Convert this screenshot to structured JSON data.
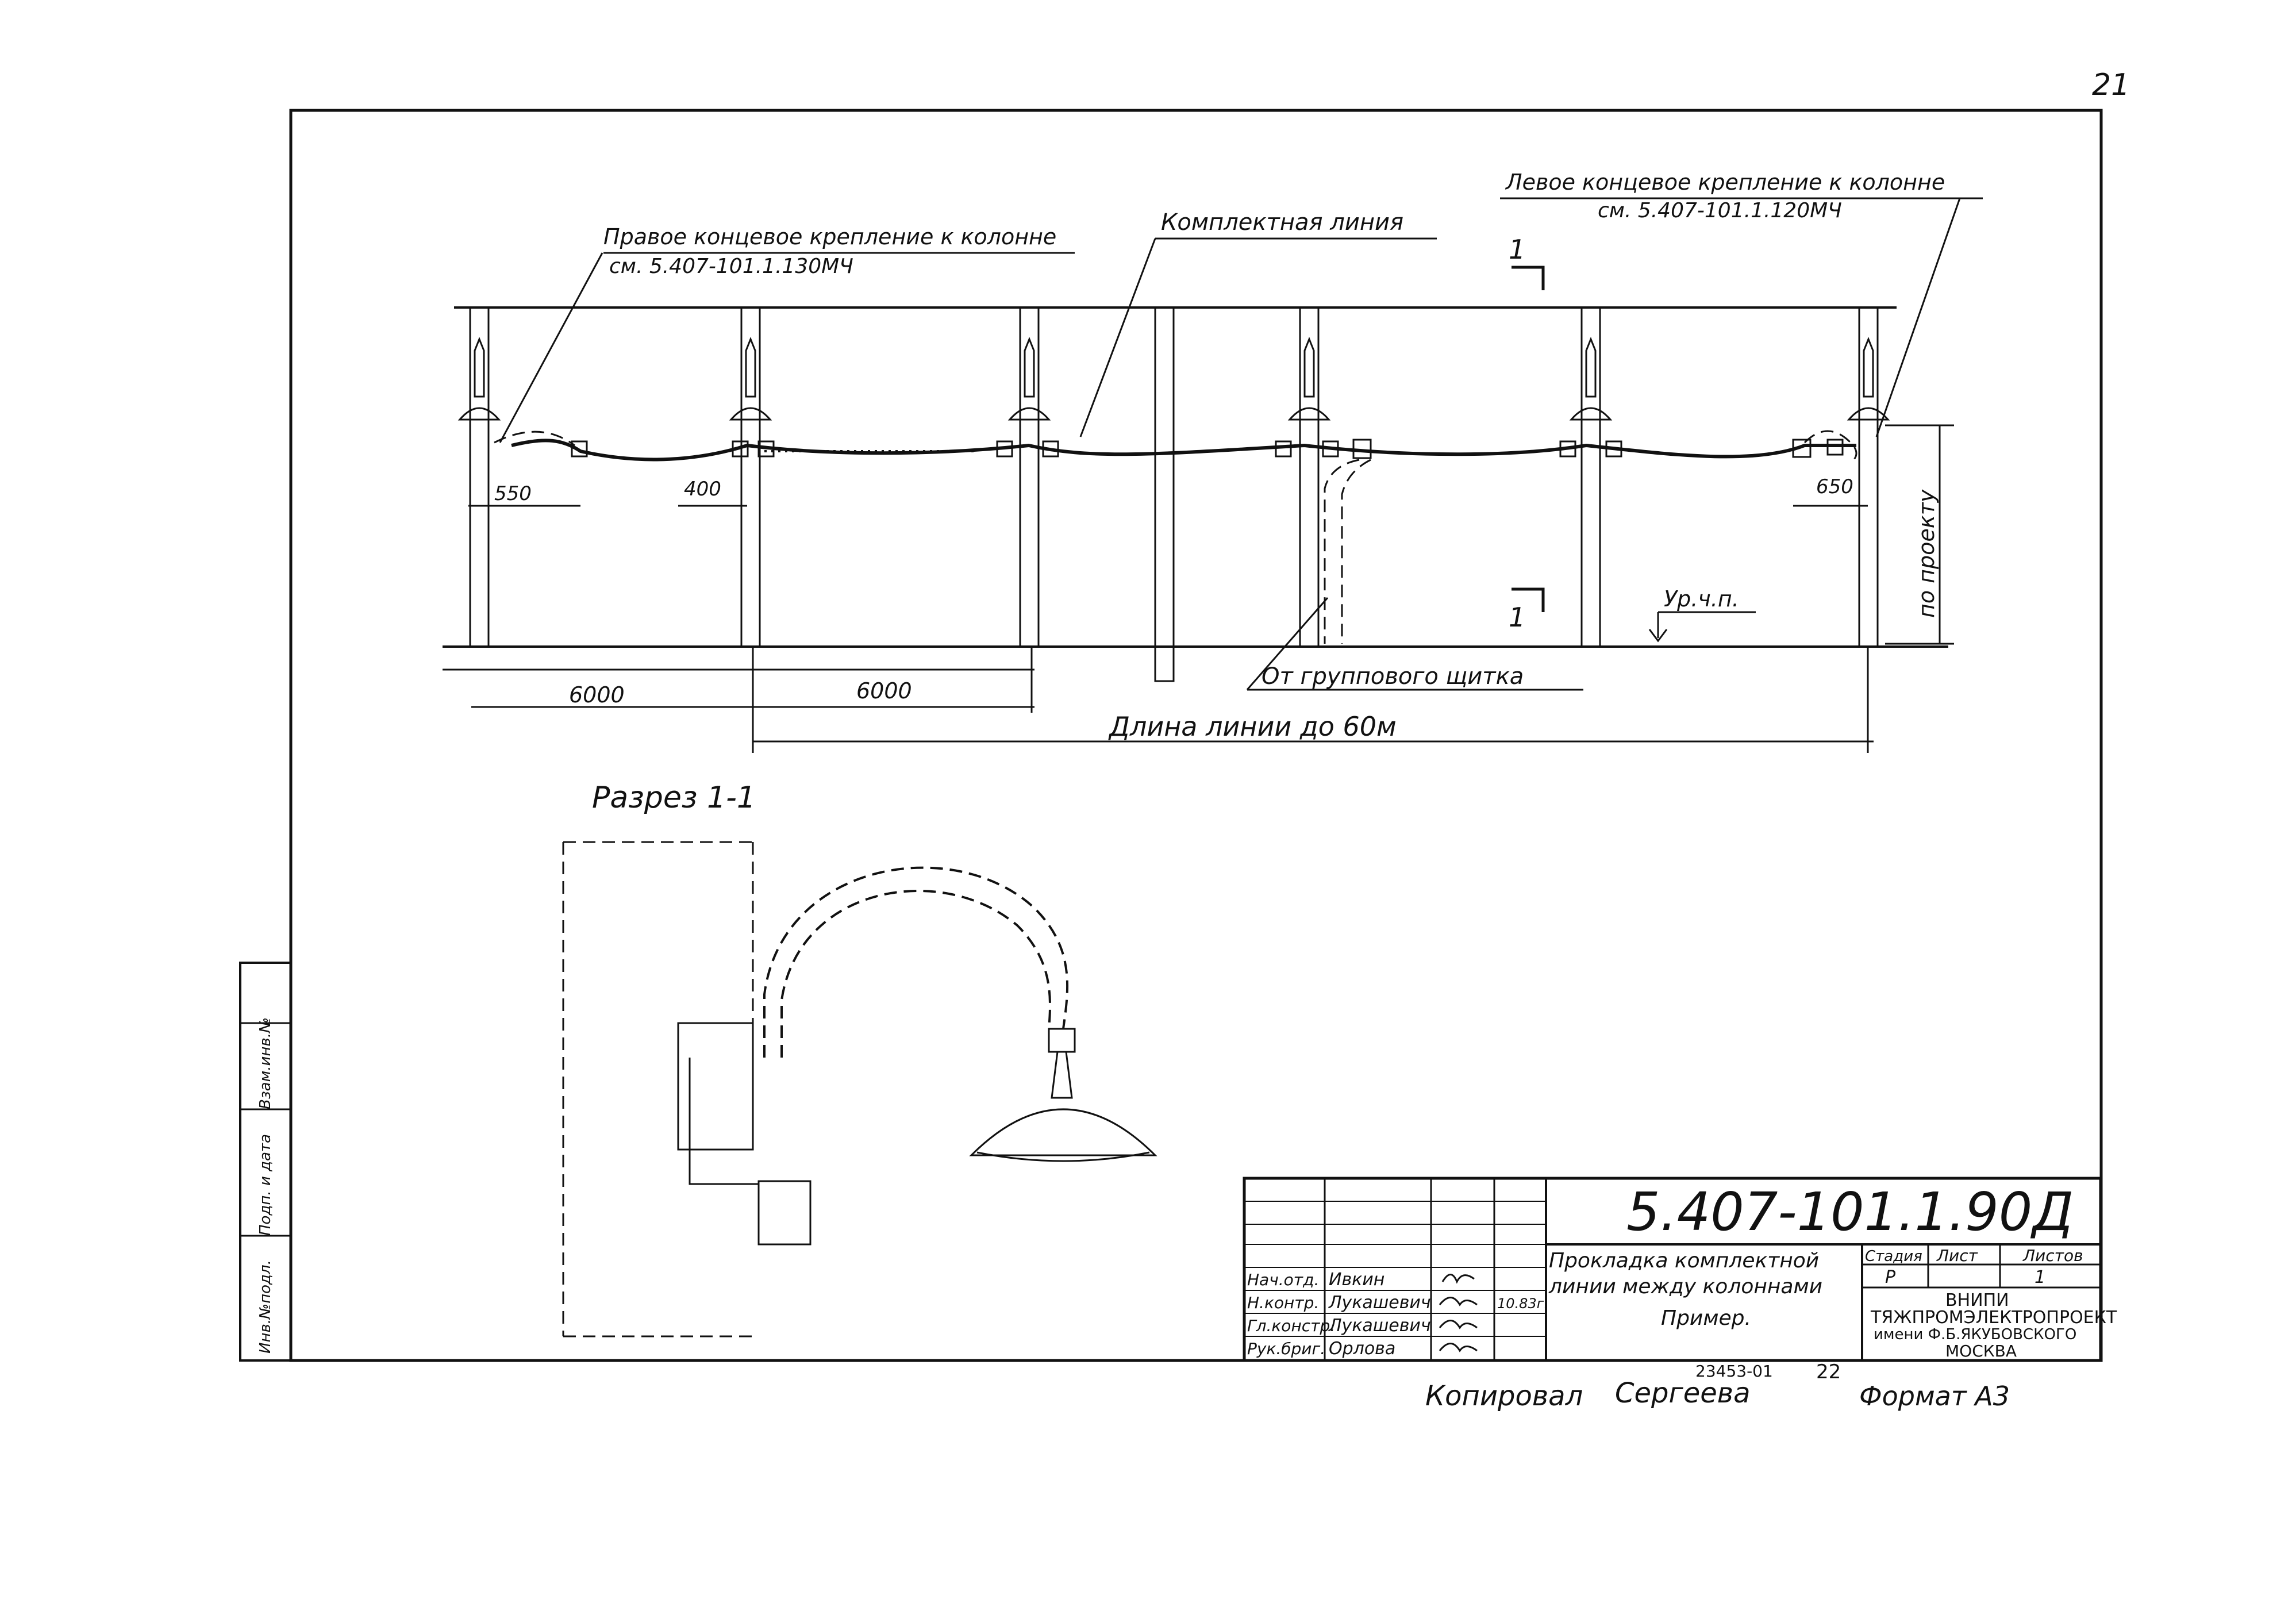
{
  "page_number": "21",
  "plan": {
    "right_end_label": "Правое концевое крепление к колонне",
    "right_end_ref": "см. 5.407-101.1.130МЧ",
    "complete_line_label": "Комплектная линия",
    "left_end_label": "Левое концевое крепление к колонне",
    "left_end_ref": "см. 5.407-101.1.120МЧ",
    "section_mark": "1",
    "dim_550": "550",
    "dim_400": "400",
    "dim_650": "650",
    "floor_level": "Ур.ч.п.",
    "by_project": "по проекту",
    "span_1": "6000",
    "span_2": "6000",
    "group_panel": "От группового щитка",
    "line_length": "Длина линии до 60м"
  },
  "section": {
    "title": "Разрез 1-1"
  },
  "side_stamp": [
    "Инв.№подл.",
    "Подп. и дата",
    "Взам.инв.№"
  ],
  "title_block": {
    "doc_code": "5.407-101.1.90Д",
    "description_lines": [
      "Прокладка комплектной",
      "линии между колоннами",
      "Пример."
    ],
    "headers": [
      "Стадия",
      "Лист",
      "Листов"
    ],
    "stage": "Р",
    "sheet": "1",
    "org_lines": [
      "ВНИПИ",
      "ТЯЖПРОМЭЛЕКТРОПРОЕКТ",
      "имени Ф.Б.ЯКУБОВСКОГО",
      "МОСКВА"
    ],
    "signatures": [
      {
        "role": "Нач.отд.",
        "name": "Ивкин",
        "date": ""
      },
      {
        "role": "Н.контр.",
        "name": "Лукашевич",
        "date": "10.83г."
      },
      {
        "role": "Гл.констр.",
        "name": "Лукашевич",
        "date": ""
      },
      {
        "role": "Рук.бриг.",
        "name": "Орлова",
        "date": ""
      }
    ]
  },
  "footer": {
    "copied_by": "Копировал",
    "copier_name": "Сергеева",
    "order_number": "23453-01",
    "order_page": "22",
    "format": "Формат А3"
  }
}
